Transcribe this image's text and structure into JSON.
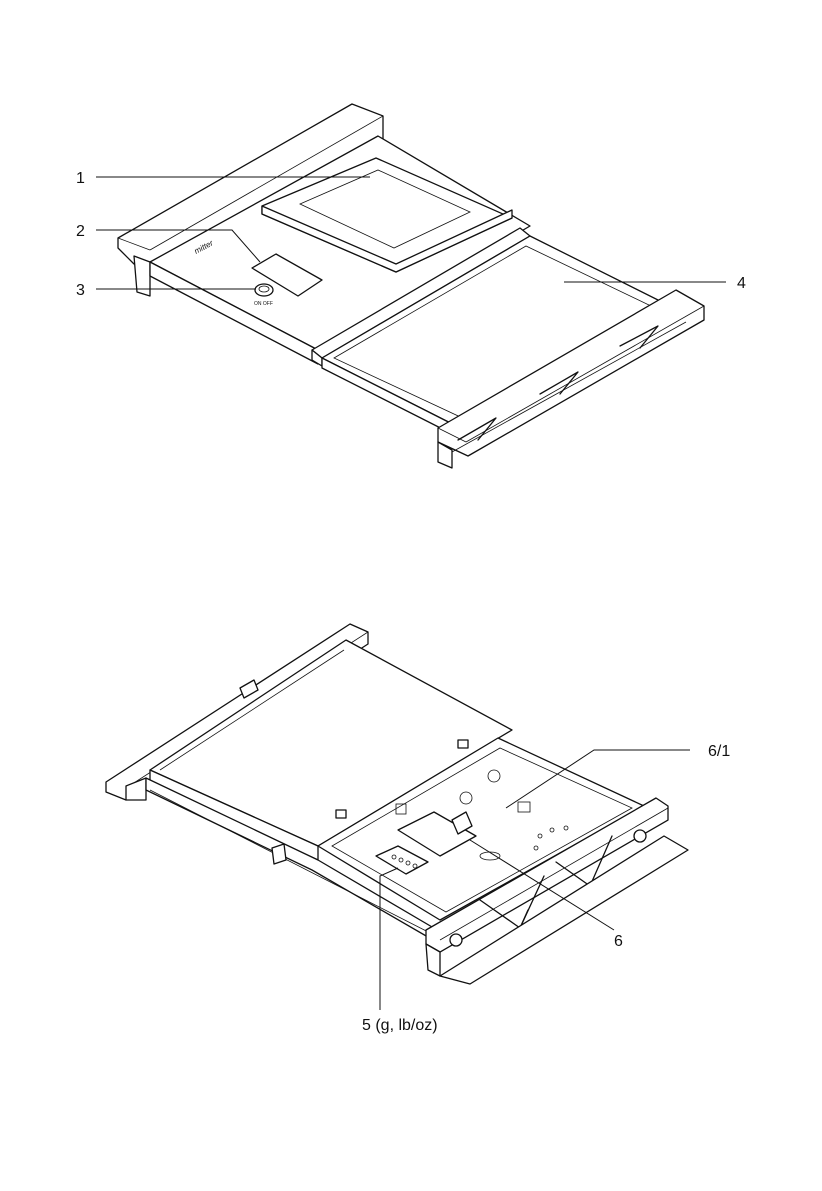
{
  "figure_top": {
    "callouts": [
      {
        "id": "1",
        "label": "1"
      },
      {
        "id": "2",
        "label": "2"
      },
      {
        "id": "3",
        "label": "3"
      },
      {
        "id": "4",
        "label": "4"
      }
    ],
    "brand_mark": "mitter"
  },
  "figure_bottom": {
    "callouts": [
      {
        "id": "6-1",
        "label": "6/1"
      },
      {
        "id": "6",
        "label": "6"
      },
      {
        "id": "5",
        "label": "5 (g, lb/oz)"
      }
    ]
  }
}
